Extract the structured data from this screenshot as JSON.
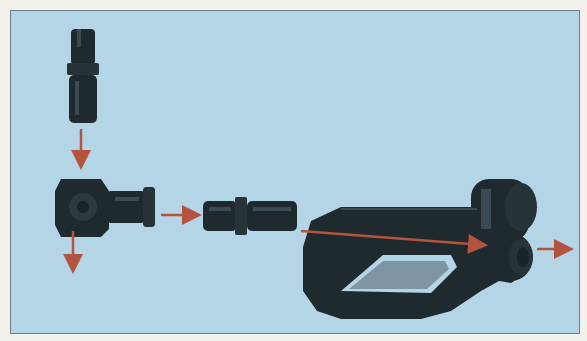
{
  "figure": {
    "description_labels": [],
    "colors": {
      "background": "#b4d5e6",
      "frame_border": "#6f7f88",
      "page": "#f3f1ec",
      "part": "#1f2a2f",
      "part_highlight": "#3a4a52",
      "arrow": "#b4543f"
    },
    "parts": [
      {
        "name": "connector-pin-top"
      },
      {
        "name": "angle-connector"
      },
      {
        "name": "connector-pin-middle"
      },
      {
        "name": "wishbone-part"
      }
    ],
    "arrows": [
      {
        "name": "arrow-pin-down"
      },
      {
        "name": "arrow-connector-down"
      },
      {
        "name": "arrow-to-middle-pin"
      },
      {
        "name": "arrow-through-wishbone"
      },
      {
        "name": "arrow-exit-right"
      }
    ]
  }
}
